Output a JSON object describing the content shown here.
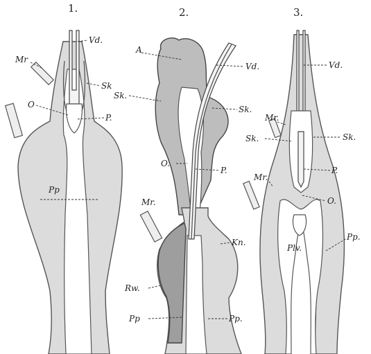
{
  "figures": [
    {
      "number": "1.",
      "labels": {
        "vd": "Vd.",
        "mr": "Mr",
        "sk": "Sk",
        "o": "O",
        "p": "P.",
        "pp": "Pp"
      }
    },
    {
      "number": "2.",
      "labels": {
        "a": "A",
        "vd": "Vd.",
        "sk_left": "Sk.",
        "sk_right": "Sk.",
        "o": "O.",
        "p": "P.",
        "mr": "Mr.",
        "kn": "Kn.",
        "rw": "Rw.",
        "pp_left": "Pp",
        "pp_right": "Pp."
      }
    },
    {
      "number": "3.",
      "labels": {
        "vd": "Vd.",
        "mr_upper": "Mr.",
        "sk_left": "Sk.",
        "sk_right": "Sk.",
        "mr_lower": "Mr.",
        "p": "P.",
        "o": "O.",
        "plv": "Plv.",
        "pp": "Pp."
      }
    }
  ],
  "colors": {
    "light_tissue": "#dcdcdc",
    "dark_tissue": "#9e9e9e",
    "mid_tissue": "#bdbdbd",
    "ink": "#222222"
  }
}
